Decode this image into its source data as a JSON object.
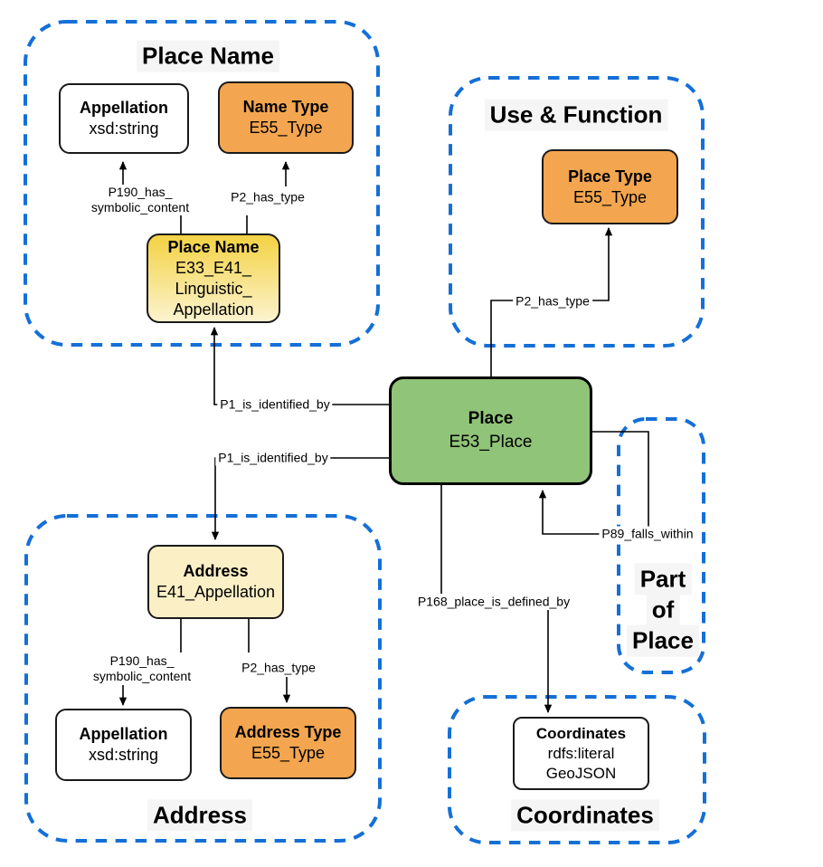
{
  "colors": {
    "group_dash_blue": "#146FD7",
    "node_green": "#90C478",
    "node_orange": "#F3A64F",
    "node_yellow_top": "#F3D243",
    "node_yellow_bottom": "#FCF3CE",
    "node_cream": "#FBEFC5",
    "line_black": "#000000",
    "title_background": "#F5F5F5"
  },
  "groups": {
    "place_name": {
      "title": "Place Name"
    },
    "use_function": {
      "title": "Use & Function"
    },
    "address": {
      "title": "Address"
    },
    "coordinates": {
      "title": "Coordinates"
    },
    "part_of_place": {
      "lines": [
        "Part",
        "of",
        "Place"
      ]
    }
  },
  "nodes": {
    "appellation_top": {
      "lines": [
        "Appellation",
        "xsd:string"
      ]
    },
    "name_type": {
      "lines": [
        "Name Type",
        "E55_Type"
      ]
    },
    "place_name": {
      "lines": [
        "Place Name",
        "E33_E41_",
        "Linguistic_",
        "Appellation"
      ]
    },
    "place_type": {
      "lines": [
        "Place Type",
        "E55_Type"
      ]
    },
    "place": {
      "lines": [
        "Place",
        "E53_Place"
      ]
    },
    "address": {
      "lines": [
        "Address",
        "E41_Appellation"
      ]
    },
    "appellation_bottom": {
      "lines": [
        "Appellation",
        "xsd:string"
      ]
    },
    "address_type": {
      "lines": [
        "Address Type",
        "E55_Type"
      ]
    },
    "coordinates": {
      "lines": [
        "Coordinates",
        "rdfs:literal",
        "GeoJSON"
      ]
    }
  },
  "edges": {
    "p190_top": {
      "lines": [
        "P190_has_",
        "symbolic_content"
      ]
    },
    "p2_top": {
      "label": "P2_has_type"
    },
    "p1_upper": {
      "label": "P1_is_identified_by"
    },
    "p1_lower": {
      "label": "P1_is_identified_by"
    },
    "p2_use": {
      "label": "P2_has_type"
    },
    "p89": {
      "label": "P89_falls_within"
    },
    "p168": {
      "label": "P168_place_is_defined_by"
    },
    "p190_bottom": {
      "lines": [
        "P190_has_",
        "symbolic_content"
      ]
    },
    "p2_bottom": {
      "label": "P2_has_type"
    }
  }
}
